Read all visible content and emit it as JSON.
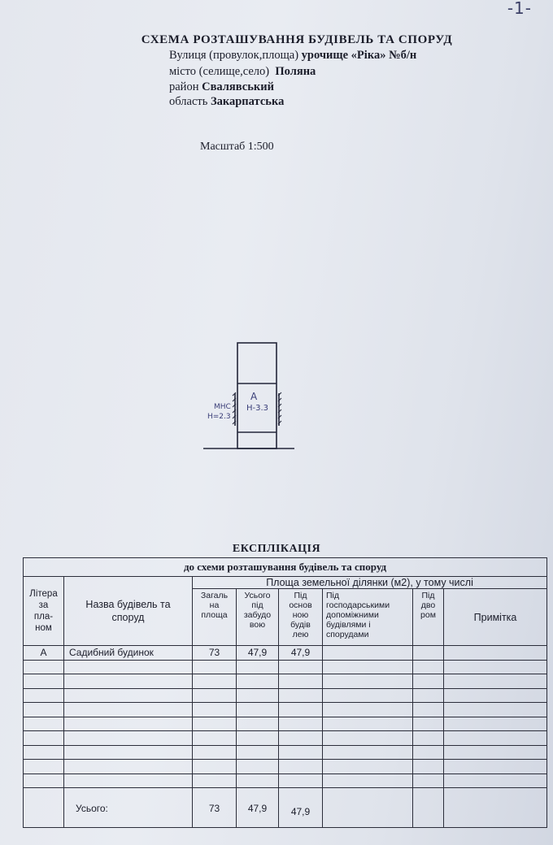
{
  "page_mark": "-1-",
  "header": {
    "title": "СХЕМА  РОЗТАШУВАННЯ  БУДІВЕЛЬ  ТА  СПОРУД",
    "street_label": "Вулиця (провулок,площа)",
    "street_value": "урочище «Ріка» №б/н",
    "city_label": "місто (селище,село)",
    "city_value": "Поляна",
    "district_label": "район",
    "district_value": "Свалявський",
    "region_label": "область",
    "region_value": "Закарпатська"
  },
  "scale": "Масштаб 1:500",
  "plan": {
    "building_letter": "А",
    "building_height": "H-3.3",
    "annex_label": "МНС",
    "annex_height": "H=2.3"
  },
  "explication": {
    "title": "ЕКСПЛІКАЦІЯ",
    "subtitle": "до схеми розташування будівель та споруд",
    "headers": {
      "letter": [
        "Літера",
        "за",
        "пла-",
        "ном"
      ],
      "name": [
        "Назва  будівель та",
        "споруд"
      ],
      "area_group": "Площа земельної ділянки  (м2), у тому числі",
      "total": [
        "Загаль",
        "на",
        "площа"
      ],
      "built": [
        "Усього",
        "під",
        "забудо",
        "вою"
      ],
      "under_buildings": [
        "Під",
        "основ",
        "ною",
        "будів",
        "лею"
      ],
      "under_aux": [
        "Під",
        "господарськими",
        "допоміжними",
        "будівлями і",
        "спорудами"
      ],
      "yard": [
        "Під",
        "дво",
        "ром"
      ],
      "note": "Примітка"
    },
    "rows": [
      {
        "letter": "А",
        "name": "Садибний  будинок",
        "total": "73",
        "built": "47,9",
        "under_buildings": "47,9",
        "under_aux": "",
        "yard": "",
        "note": ""
      }
    ],
    "total_row": {
      "label": "Усього:",
      "total": "73",
      "built": "47,9",
      "under_buildings": "47,9"
    }
  }
}
